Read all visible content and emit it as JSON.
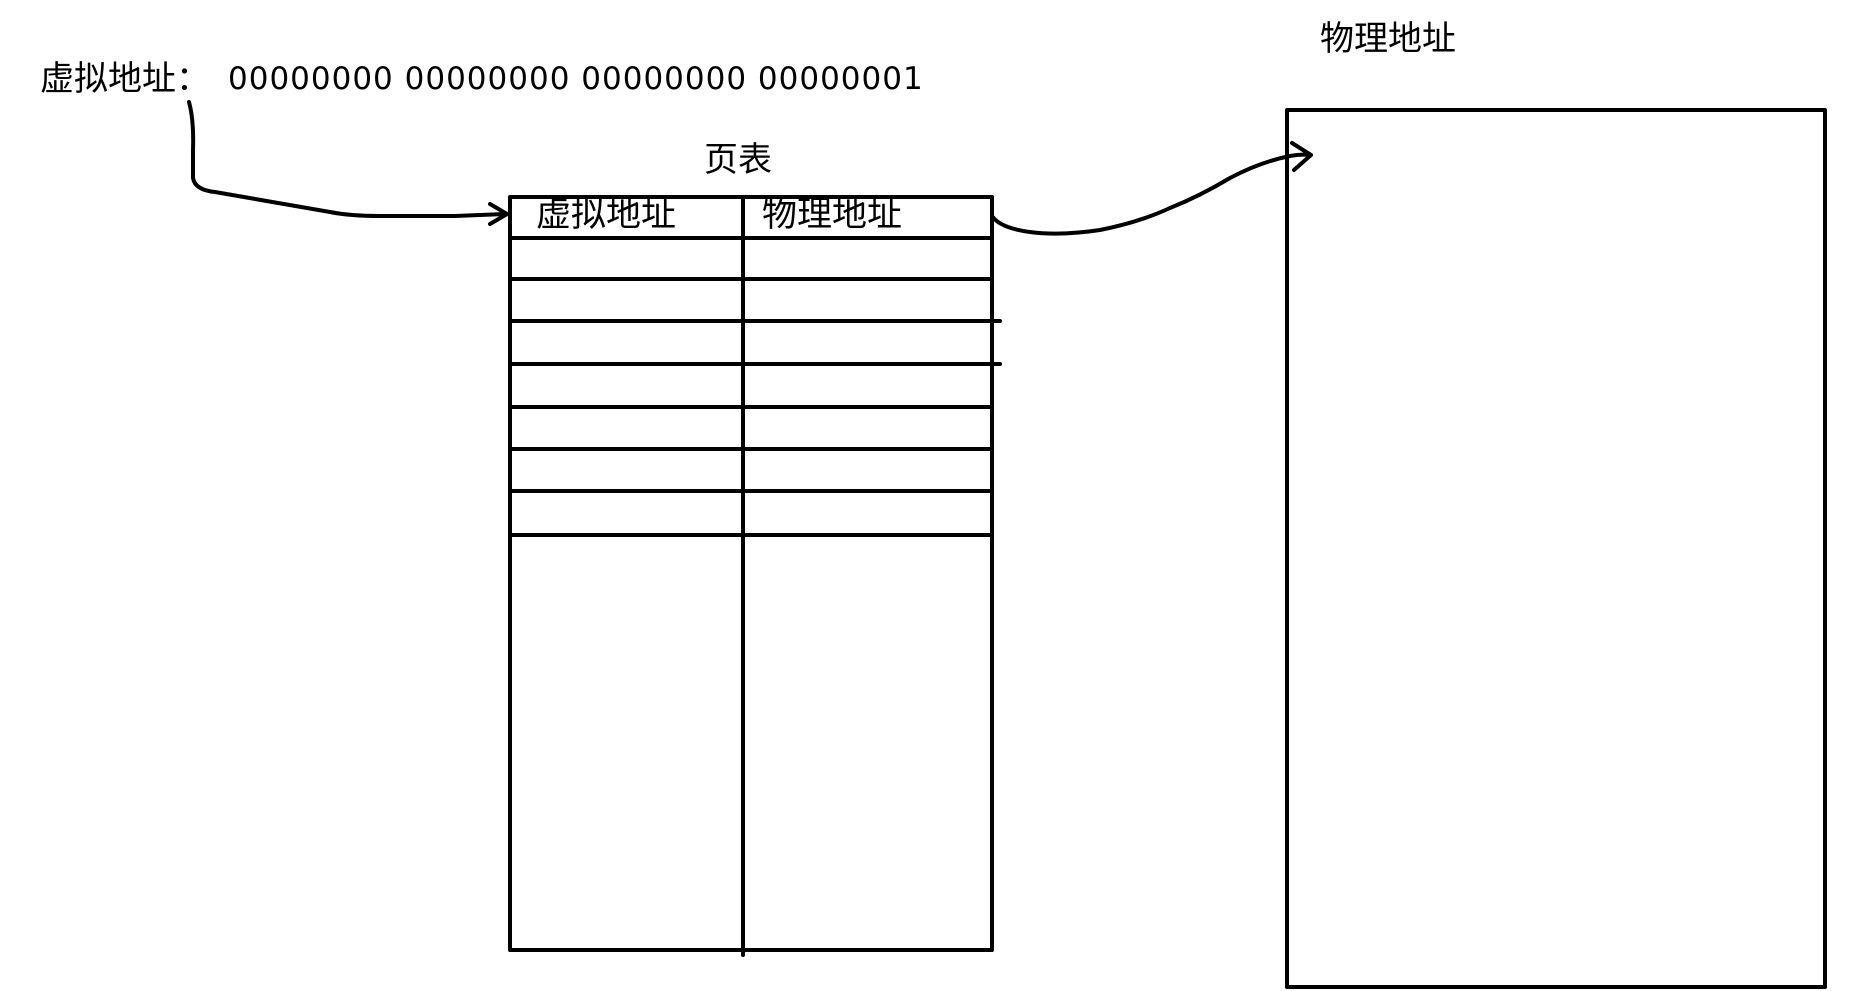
{
  "virtual_address": {
    "label": "虚拟地址：",
    "bits": "00000000  00000000  00000000  00000001"
  },
  "page_table": {
    "title": "页表",
    "columns": [
      "虚拟地址",
      "物理地址"
    ]
  },
  "physical_memory": {
    "title": "物理地址"
  }
}
